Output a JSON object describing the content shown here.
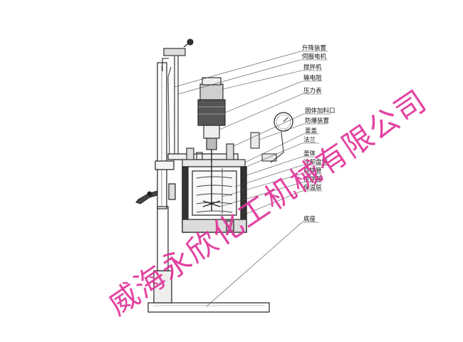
{
  "labels": [
    "升降装置",
    "伺服电机",
    "搅拌机",
    "输电阻",
    "压力表",
    "固体加料口",
    "防爆装置",
    "釜盖",
    "法兰",
    "釜体",
    "冷却盘管",
    "取样管",
    "搅拌器",
    "保温层",
    "底座"
  ],
  "watermark": "威海永欣化工机械有限公司",
  "colors": {
    "line": "#222222",
    "watermark": "#e0349a",
    "gray": "#888888"
  }
}
